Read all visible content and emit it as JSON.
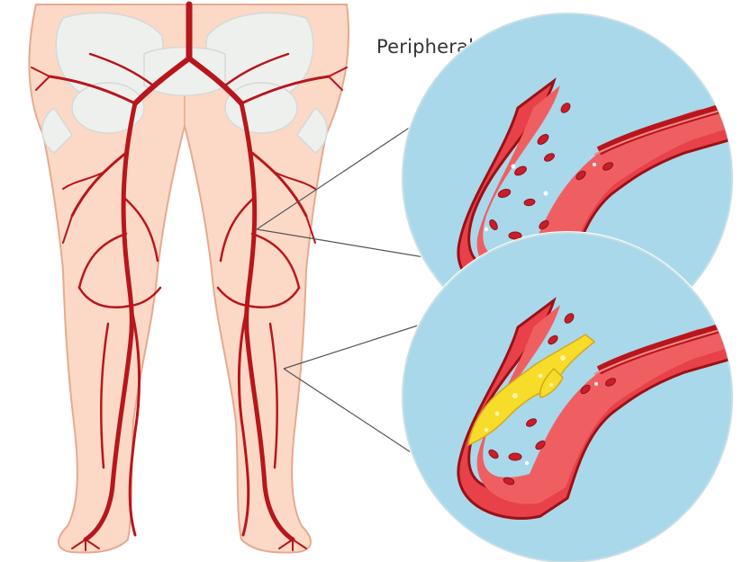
{
  "title": "Peripheral Arterial Disease",
  "panels": [
    {
      "name": "healthy-artery-view",
      "plaque": false
    },
    {
      "name": "blocked-artery-view",
      "plaque": true
    }
  ],
  "colors": {
    "skin": "#fbd9c6",
    "skin_outline": "#e7a990",
    "bone": "#eef0ee",
    "artery": "#b8161c",
    "vessel_wall": "#e8414a",
    "vessel_lumen": "#ef5f62",
    "blood_cell": "#c91e2a",
    "plaque": "#f7dc2a",
    "circle_bg": "#a9d8ea",
    "line": "#555555"
  }
}
